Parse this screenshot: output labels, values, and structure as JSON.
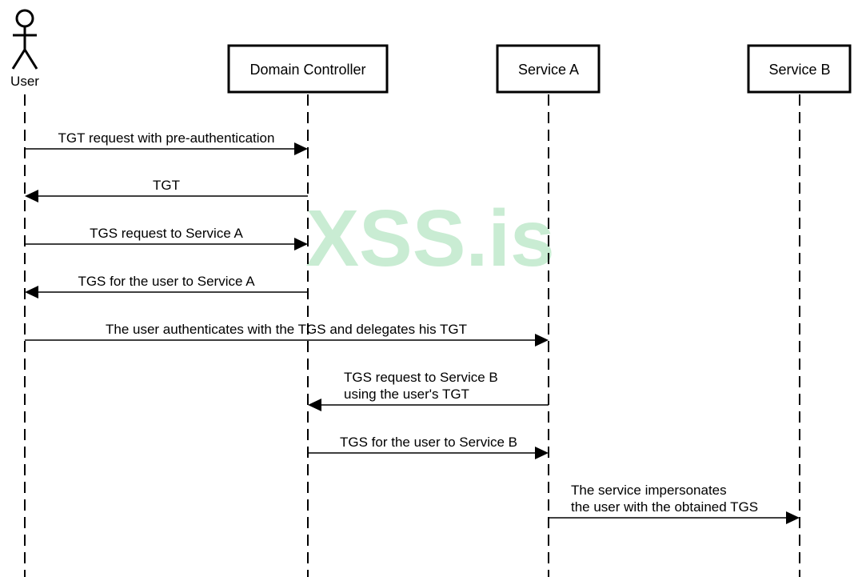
{
  "participants": [
    {
      "id": "user",
      "label": "User",
      "kind": "actor"
    },
    {
      "id": "dc",
      "label": "Domain Controller",
      "kind": "box"
    },
    {
      "id": "svca",
      "label": "Service A",
      "kind": "box"
    },
    {
      "id": "svcb",
      "label": "Service B",
      "kind": "box"
    }
  ],
  "messages": [
    {
      "from": "user",
      "to": "dc",
      "lines": [
        "TGT request with pre-authentication"
      ]
    },
    {
      "from": "dc",
      "to": "user",
      "lines": [
        "TGT"
      ]
    },
    {
      "from": "user",
      "to": "dc",
      "lines": [
        "TGS request to Service A"
      ]
    },
    {
      "from": "dc",
      "to": "user",
      "lines": [
        "TGS for the user to Service A"
      ]
    },
    {
      "from": "user",
      "to": "svca",
      "lines": [
        "The user authenticates with the TGS and delegates his TGT"
      ]
    },
    {
      "from": "svca",
      "to": "dc",
      "lines": [
        "TGS request to Service B",
        "using the user's TGT"
      ]
    },
    {
      "from": "dc",
      "to": "svca",
      "lines": [
        "TGS for the user to Service B"
      ]
    },
    {
      "from": "svca",
      "to": "svcb",
      "lines": [
        "The service impersonates",
        "the user with the obtained TGS"
      ]
    }
  ],
  "watermark": "XSS.is"
}
